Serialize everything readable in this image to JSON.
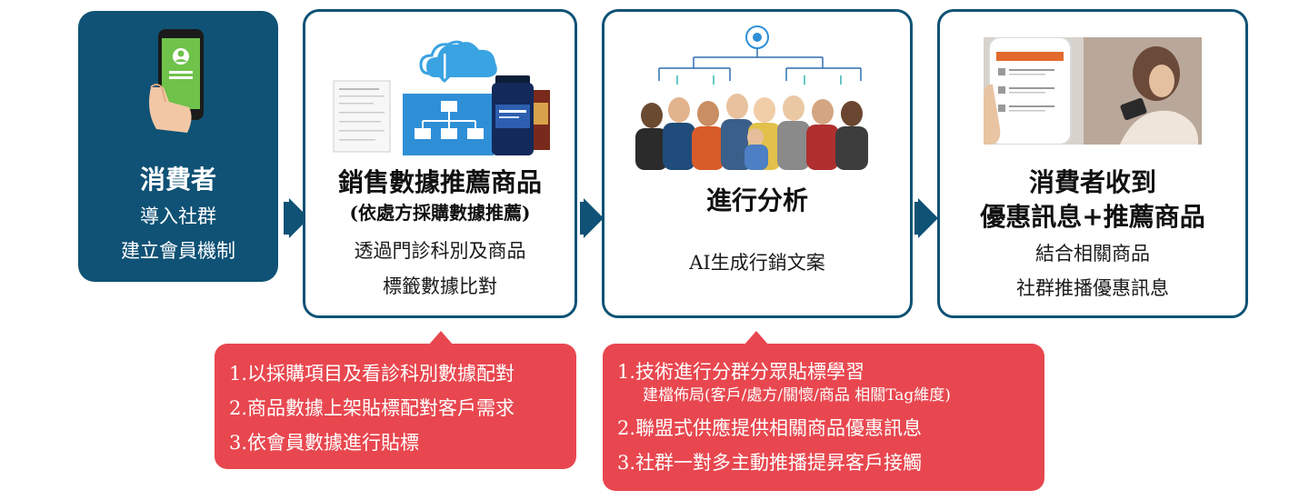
{
  "steps": [
    {
      "title": "消費者",
      "lines": [
        "導入社群",
        "建立會員機制"
      ]
    },
    {
      "title": "銷售數據推薦商品",
      "subtitle": "(依處方採購數據推薦)",
      "lines": [
        "透過門診科別及商品",
        "標籤數據比對"
      ]
    },
    {
      "title": "進行分析",
      "lines": [
        "AI生成行銷文案"
      ]
    },
    {
      "title_lines": [
        "消費者收到",
        "優惠訊息+推薦商品"
      ],
      "lines": [
        "結合相關商品",
        "社群推播優惠訊息"
      ]
    }
  ],
  "notes": [
    {
      "items": [
        "1.以採購項目及看診科別數據配對",
        "2.商品數據上架貼標配對客戶需求",
        "3.依會員數據進行貼標"
      ]
    },
    {
      "items": [
        "1.技術進行分群分眾貼標學習",
        "2.聯盟式供應提供相關商品優惠訊息",
        "3.社群一對多主動推播提昇客戶接觸"
      ],
      "sub": "建檔佈局(客戶/處方/關懷/商品 相關Tag維度)"
    }
  ],
  "icons": [
    "smartphone-user-icon",
    "cloud-download-icon",
    "org-chart-icon",
    "document-icon",
    "supplement-bottle-icon",
    "ai-brain-icon",
    "people-group-icon",
    "mobile-coupon-photo"
  ],
  "colors": {
    "primary": "#0f5275",
    "accent": "#e8474f"
  }
}
